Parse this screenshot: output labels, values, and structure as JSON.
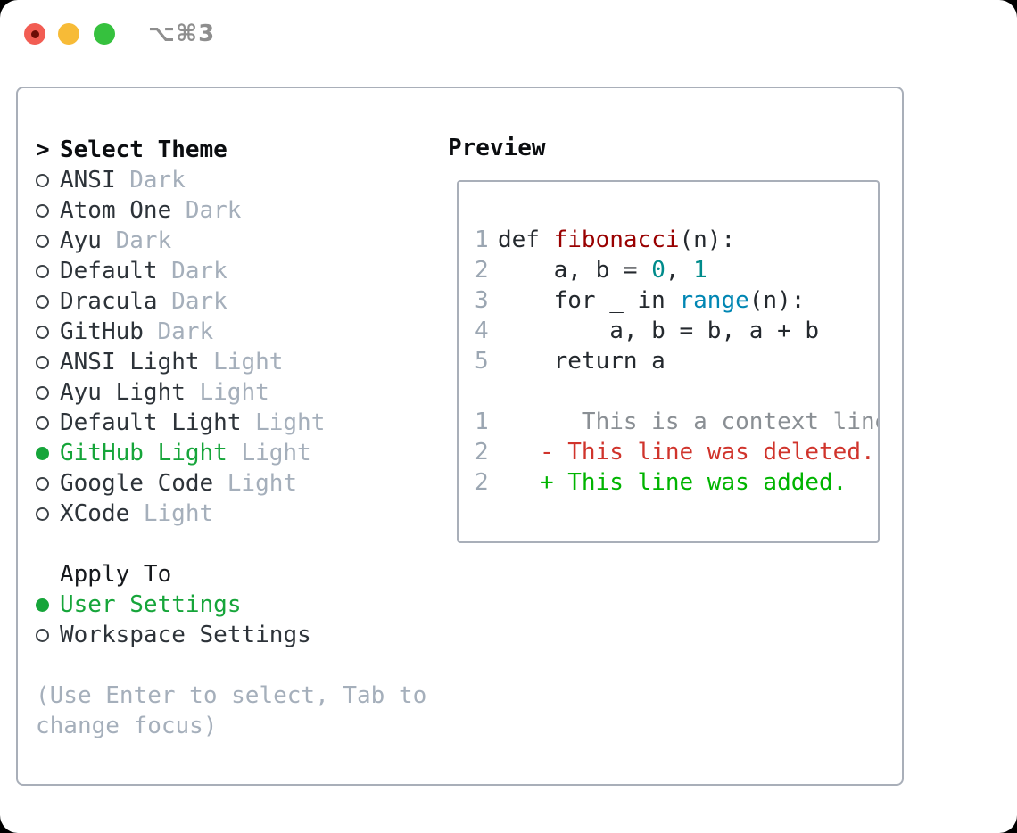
{
  "titlebar": {
    "shortcut": "⌥⌘3"
  },
  "theme_section": {
    "caret": ">",
    "title": "Select Theme",
    "themes": [
      {
        "name": "ANSI",
        "tag": "Dark",
        "selected": false
      },
      {
        "name": "Atom One",
        "tag": "Dark",
        "selected": false
      },
      {
        "name": "Ayu",
        "tag": "Dark",
        "selected": false
      },
      {
        "name": "Default",
        "tag": "Dark",
        "selected": false
      },
      {
        "name": "Dracula",
        "tag": "Dark",
        "selected": false
      },
      {
        "name": "GitHub",
        "tag": "Dark",
        "selected": false
      },
      {
        "name": "ANSI Light",
        "tag": "Light",
        "selected": false
      },
      {
        "name": "Ayu Light",
        "tag": "Light",
        "selected": false
      },
      {
        "name": "Default Light",
        "tag": "Light",
        "selected": false
      },
      {
        "name": "GitHub Light",
        "tag": "Light",
        "selected": true
      },
      {
        "name": "Google Code",
        "tag": "Light",
        "selected": false
      },
      {
        "name": "XCode",
        "tag": "Light",
        "selected": false
      }
    ]
  },
  "apply_section": {
    "title": "Apply To",
    "options": [
      {
        "name": "User Settings",
        "selected": true
      },
      {
        "name": "Workspace Settings",
        "selected": false
      }
    ]
  },
  "help_text": "(Use Enter to select, Tab to change focus)",
  "preview": {
    "title": "Preview",
    "code_lines": [
      {
        "num": "1",
        "tokens": [
          {
            "t": "def ",
            "c": "pl"
          },
          {
            "t": "fibonacci",
            "c": "fn"
          },
          {
            "t": "(n):",
            "c": "pl"
          }
        ]
      },
      {
        "num": "2",
        "tokens": [
          {
            "t": "    a, b = ",
            "c": "pl"
          },
          {
            "t": "0",
            "c": "mi"
          },
          {
            "t": ", ",
            "c": "pl"
          },
          {
            "t": "1",
            "c": "mi"
          }
        ]
      },
      {
        "num": "3",
        "tokens": [
          {
            "t": "    for _ in ",
            "c": "pl"
          },
          {
            "t": "range",
            "c": "nb"
          },
          {
            "t": "(n):",
            "c": "pl"
          }
        ]
      },
      {
        "num": "4",
        "tokens": [
          {
            "t": "        a, b = b, a + b",
            "c": "pl"
          }
        ]
      },
      {
        "num": "5",
        "tokens": [
          {
            "t": "    return a",
            "c": "pl"
          }
        ]
      }
    ],
    "diff_lines": [
      {
        "num": "1",
        "type": "context",
        "text": "      This is a context line."
      },
      {
        "num": "2",
        "type": "deleted",
        "text": "   - This line was deleted."
      },
      {
        "num": "2",
        "type": "added",
        "text": "   + This line was added."
      }
    ]
  },
  "colors": {
    "accent_green": "#16a53a",
    "added_green": "#00b400",
    "deleted_red": "#d0342c",
    "func_red": "#990000",
    "builtin_blue": "#0086b3",
    "number_teal": "#008b8b"
  }
}
